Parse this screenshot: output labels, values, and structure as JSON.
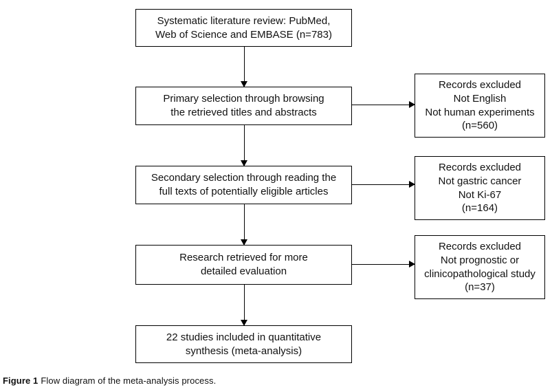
{
  "figure": {
    "caption_label": "Figure 1",
    "caption_body": "Flow diagram of the meta-analysis process."
  },
  "flowchart": {
    "line_color": "#000000",
    "background_color": "#ffffff",
    "main_boxes": [
      "Systematic literature review: PubMed,\nWeb of Science and EMBASE (n=783)",
      "Primary selection through browsing\nthe retrieved titles and abstracts",
      "Secondary selection through reading the\nfull texts of potentially eligible articles",
      "Research retrieved for more\ndetailed evaluation",
      "22 studies included in quantitative\nsynthesis (meta-analysis)"
    ],
    "exclusion_boxes": [
      "Records excluded\nNot English\nNot human experiments\n(n=560)",
      "Records excluded\nNot gastric cancer\nNot Ki-67\n(n=164)",
      "Records excluded\nNot prognostic or\nclinicopathological study\n(n=37)"
    ]
  }
}
